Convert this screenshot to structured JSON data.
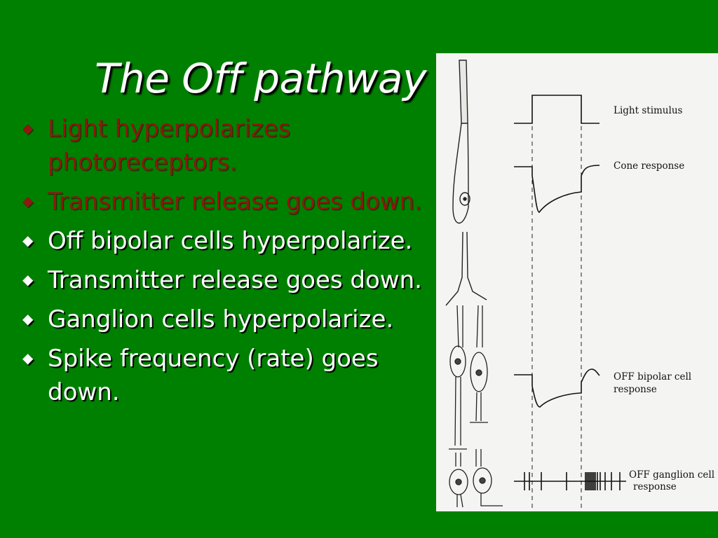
{
  "slide": {
    "title": "The Off pathway",
    "bullets": [
      {
        "text": "Light hyperpolarizes photoreceptors.",
        "color": "#8b1a10"
      },
      {
        "text": "Transmitter release goes down.",
        "color": "#8b1a10"
      },
      {
        "text": "Off bipolar cells hyperpolarize.",
        "color": "#ffffff"
      },
      {
        "text": "Transmitter release goes down.",
        "color": "#ffffff"
      },
      {
        "text": "Ganglion cells hyperpolarize.",
        "color": "#ffffff"
      },
      {
        "text": "Spike frequency (rate) goes down.",
        "color": "#ffffff"
      }
    ],
    "bullet_icon": "diamond-bullet-icon",
    "background_color": "#008000"
  },
  "figure": {
    "labels": {
      "light_stimulus": "Light stimulus",
      "cone_response": "Cone response",
      "bipolar_line1": "OFF bipolar cell",
      "bipolar_line2": "response",
      "ganglion_line1": "OFF ganglion cell",
      "ganglion_line2": "response"
    }
  }
}
